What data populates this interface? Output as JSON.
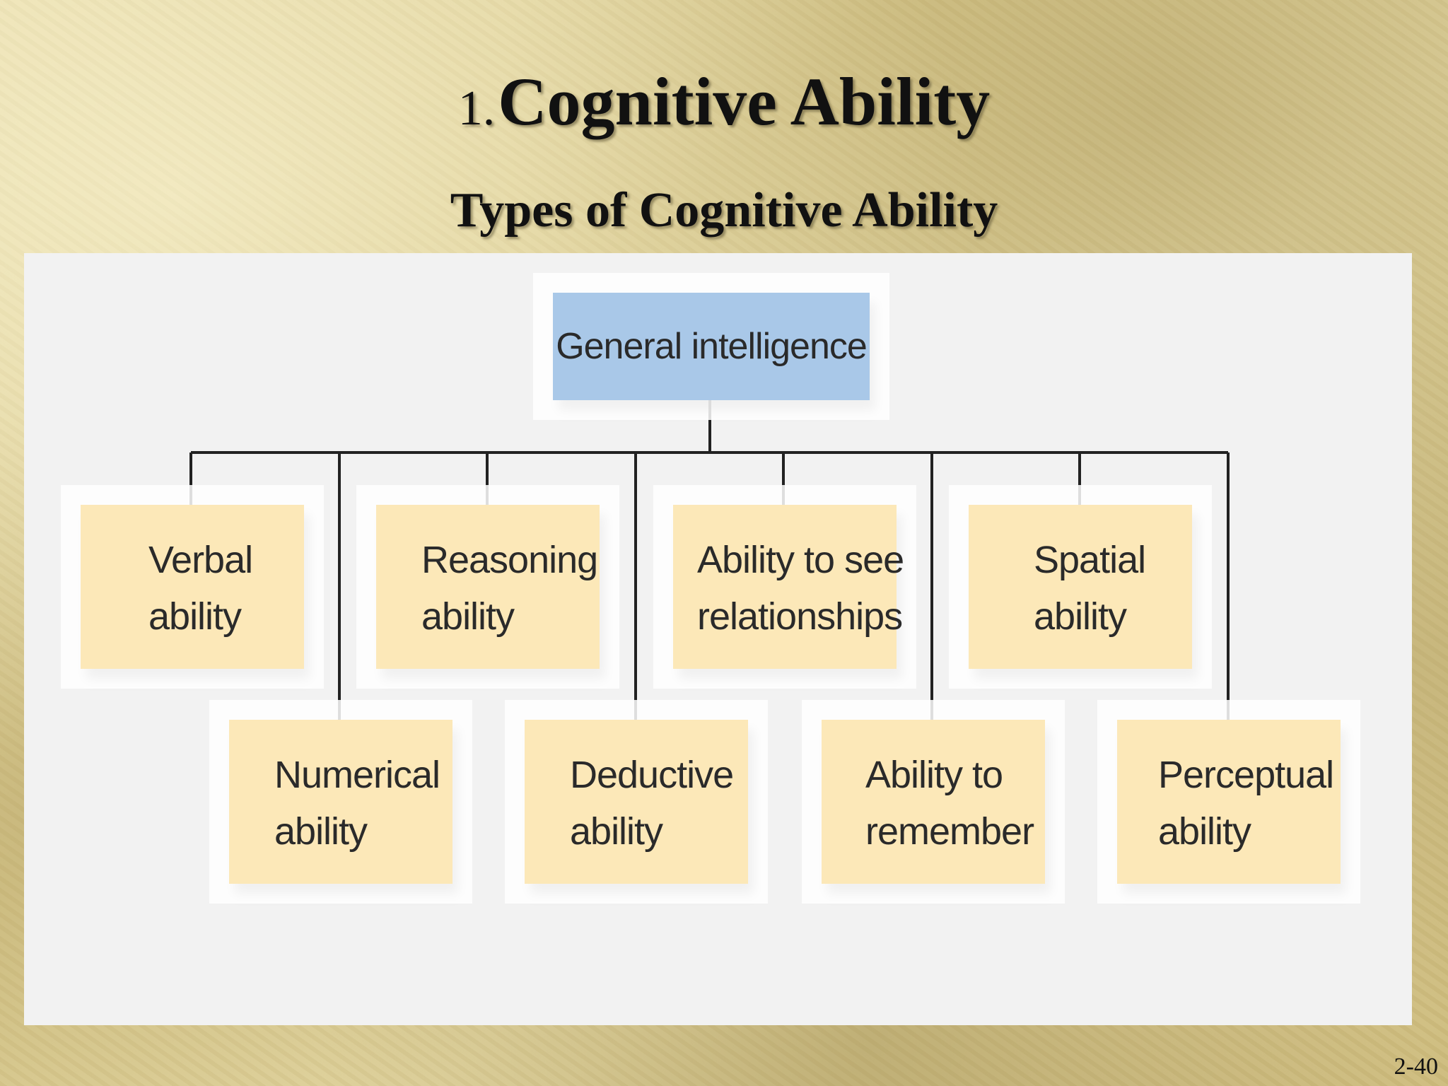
{
  "slide": {
    "title_number": "1.",
    "title": "Cognitive Ability",
    "subtitle": "Types of Cognitive Ability",
    "page_number": "2-40"
  },
  "diagram": {
    "root": "General intelligence",
    "top_row": [
      {
        "line1": "Verbal",
        "line2": "ability"
      },
      {
        "line1": "Reasoning",
        "line2": "ability"
      },
      {
        "line1": "Ability to see",
        "line2": "relationships"
      },
      {
        "line1": "Spatial",
        "line2": "ability"
      }
    ],
    "bottom_row": [
      {
        "line1": "Numerical",
        "line2": "ability"
      },
      {
        "line1": "Deductive",
        "line2": "ability"
      },
      {
        "line1": "Ability to",
        "line2": "remember"
      },
      {
        "line1": "Perceptual",
        "line2": "ability"
      }
    ],
    "colors": {
      "root_fill": "#a9c8e8",
      "child_fill": "#fce8b8",
      "panel": "#f2f2f2",
      "connector": "#222222"
    }
  }
}
